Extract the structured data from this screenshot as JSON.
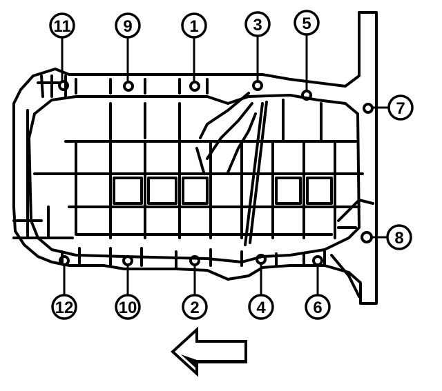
{
  "diagram": {
    "callouts": [
      {
        "id": "c11",
        "label": "11"
      },
      {
        "id": "c9",
        "label": "9"
      },
      {
        "id": "c1",
        "label": "1"
      },
      {
        "id": "c3",
        "label": "3"
      },
      {
        "id": "c5",
        "label": "5"
      },
      {
        "id": "c7",
        "label": "7"
      },
      {
        "id": "c8",
        "label": "8"
      },
      {
        "id": "c12",
        "label": "12"
      },
      {
        "id": "c10",
        "label": "10"
      },
      {
        "id": "c2",
        "label": "2"
      },
      {
        "id": "c4",
        "label": "4"
      },
      {
        "id": "c6",
        "label": "6"
      }
    ],
    "direction_arrow": "left",
    "colors": {
      "ink": "#000000",
      "paper": "#ffffff"
    }
  }
}
